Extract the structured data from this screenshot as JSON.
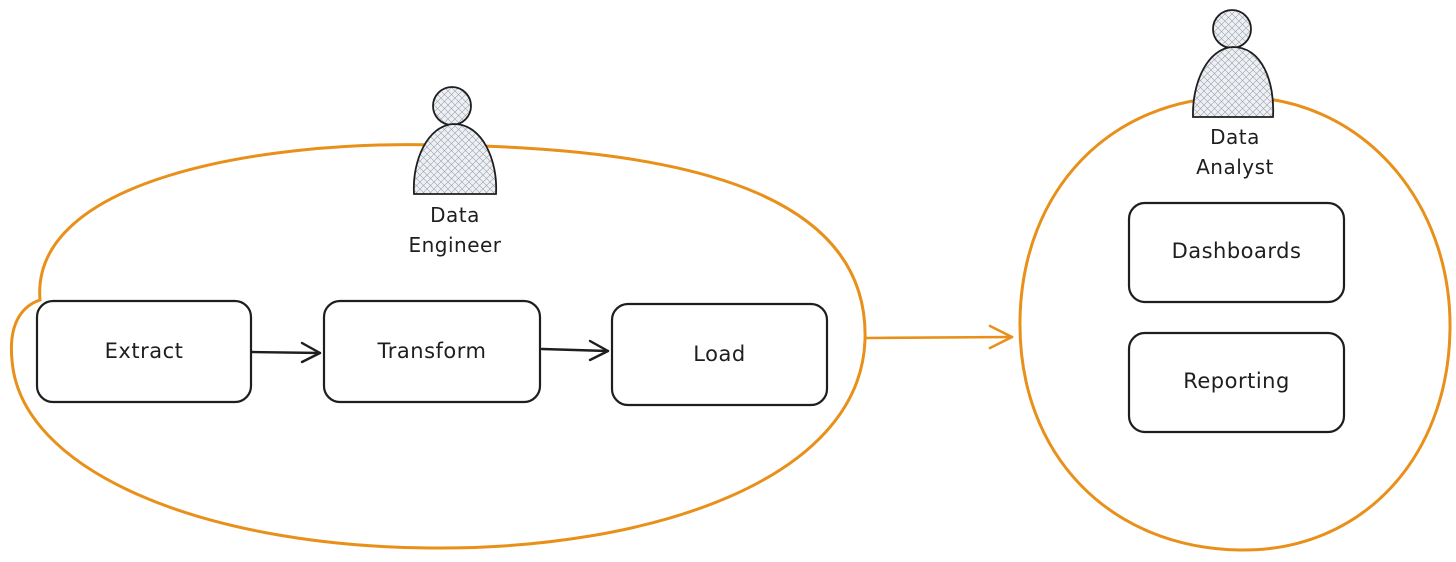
{
  "colors": {
    "group_outline": "#e8901a",
    "box_stroke": "#1e1e1e",
    "text": "#1e1e1e",
    "person_fill": "#dfe3ea"
  },
  "engineering_group": {
    "persona": {
      "icon": "person-icon",
      "line1": "Data",
      "line2": "Engineer"
    },
    "steps": [
      "Extract",
      "Transform",
      "Load"
    ]
  },
  "analytics_group": {
    "persona": {
      "icon": "person-icon",
      "line1": "Data",
      "line2": "Analyst"
    },
    "outputs": [
      "Dashboards",
      "Reporting"
    ]
  }
}
